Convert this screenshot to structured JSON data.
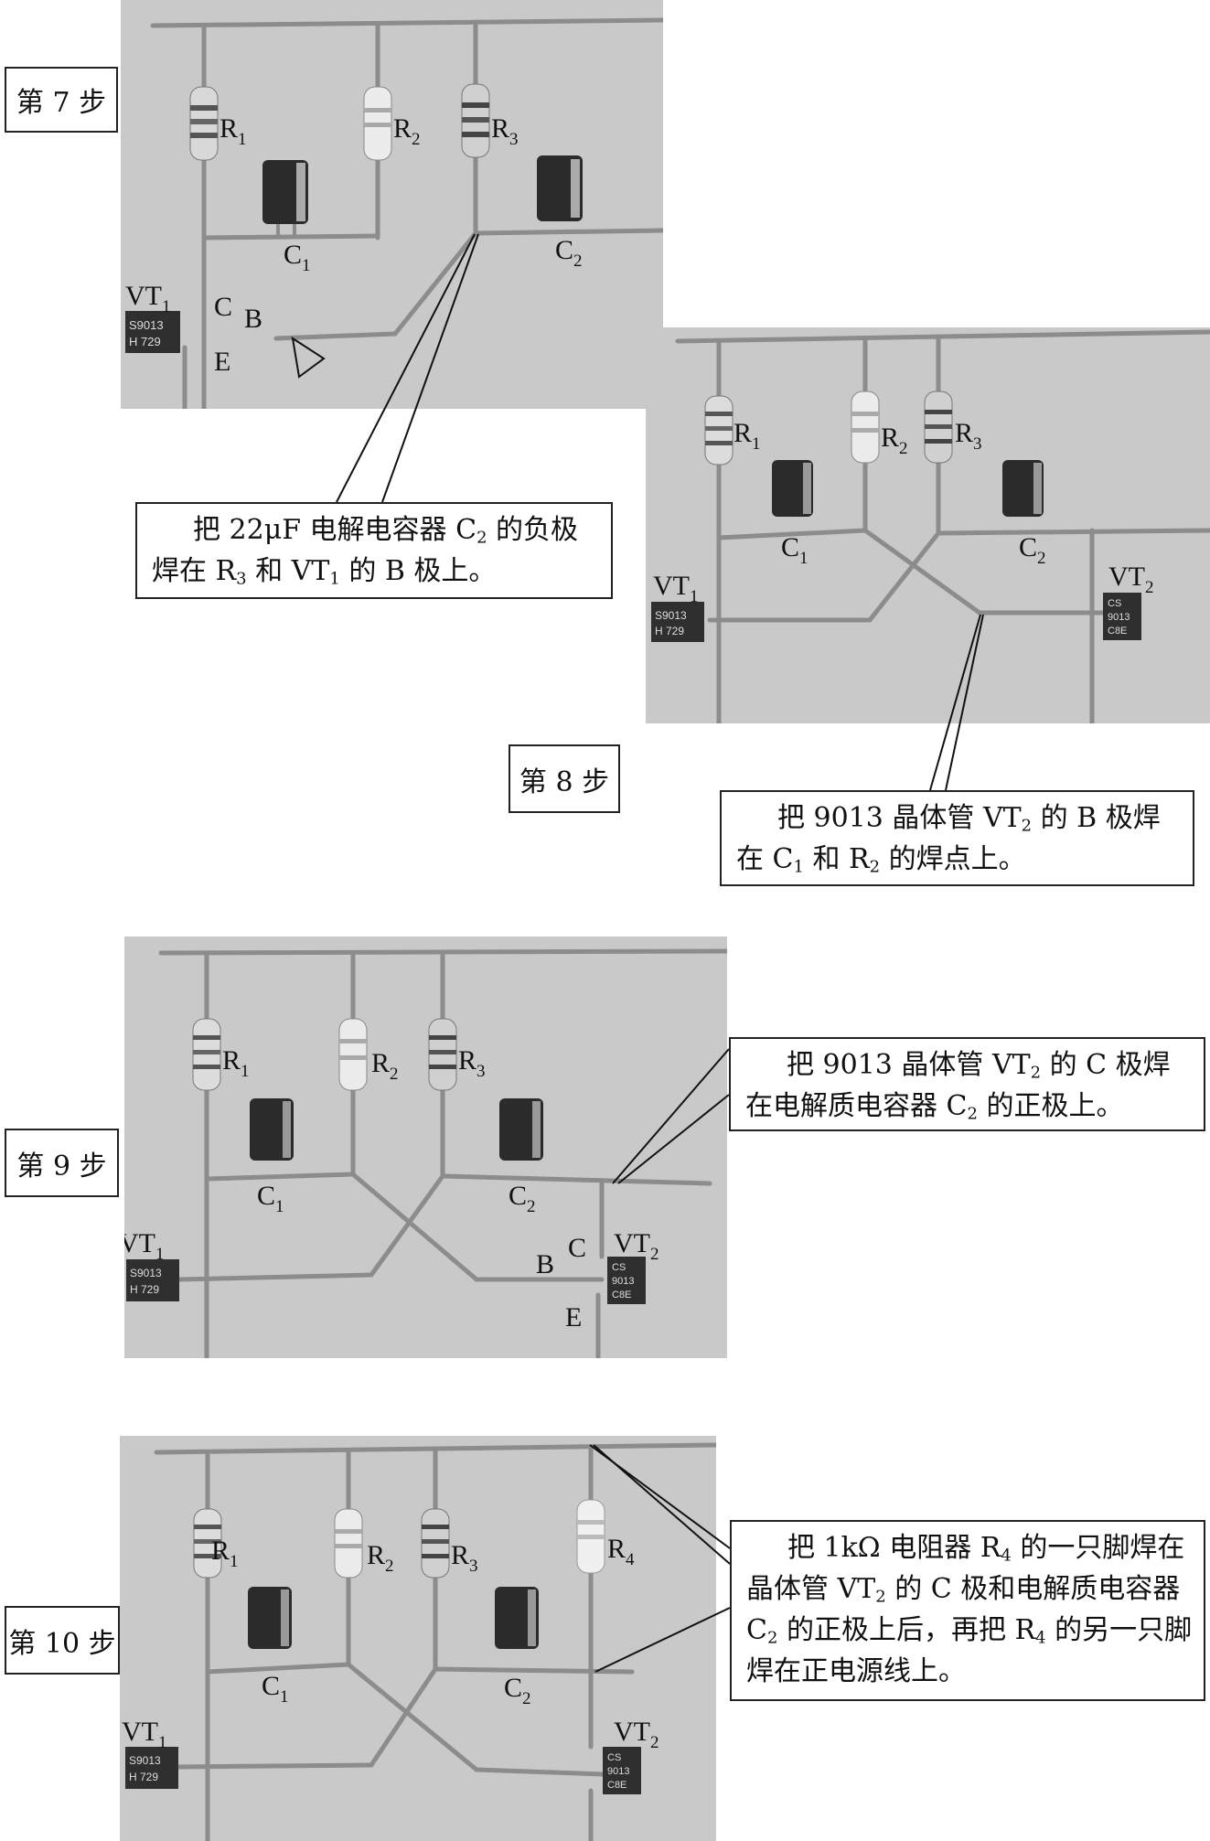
{
  "steps": [
    {
      "label": "第 7 步",
      "callout": [
        "把 22μF 电解电容器 C",
        "2",
        " 的负极焊在 R",
        "3",
        " 和 VT",
        "1",
        " 的 B 极上。"
      ],
      "components": {
        "R1": [
          "R",
          "1"
        ],
        "R2": [
          "R",
          "2"
        ],
        "R3": [
          "R",
          "3"
        ],
        "C1": [
          "C",
          "1"
        ],
        "C2": [
          "C",
          "2"
        ],
        "VT1": [
          "VT",
          "1"
        ],
        "pins": [
          "C",
          "B",
          "E"
        ]
      }
    },
    {
      "label": "第 8 步",
      "callout": [
        "把 9013 晶体管 VT",
        "2",
        " 的 B 极焊在 C",
        "1",
        " 和 R",
        "2",
        " 的焊点上。"
      ],
      "components": {
        "R1": [
          "R",
          "1"
        ],
        "R2": [
          "R",
          "2"
        ],
        "R3": [
          "R",
          "3"
        ],
        "C1": [
          "C",
          "1"
        ],
        "C2": [
          "C",
          "2"
        ],
        "VT1": [
          "VT",
          "1"
        ],
        "VT2": [
          "VT",
          "2"
        ]
      }
    },
    {
      "label": "第 9 步",
      "callout": [
        "把 9013 晶体管 VT",
        "2",
        " 的 C 极焊在电解质电容器 C",
        "2",
        " 的正极上。"
      ],
      "components": {
        "R1": [
          "R",
          "1"
        ],
        "R2": [
          "R",
          "2"
        ],
        "R3": [
          "R",
          "3"
        ],
        "C1": [
          "C",
          "1"
        ],
        "C2": [
          "C",
          "2"
        ],
        "VT1": [
          "VT",
          "1"
        ],
        "VT2": [
          "VT",
          "2"
        ],
        "pins": [
          "B",
          "C",
          "E"
        ]
      }
    },
    {
      "label": "第 10 步",
      "callout": [
        "把 1kΩ 电阻器 R",
        "4",
        " 的一只脚焊在晶体管 VT",
        "2",
        " 的 C 极和电解质电容器 C",
        "2",
        " 的正极上后，再把 R",
        "4",
        " 的另一只脚焊在正电源线上。"
      ],
      "components": {
        "R1": [
          "R",
          "1"
        ],
        "R2": [
          "R",
          "2"
        ],
        "R3": [
          "R",
          "3"
        ],
        "R4": [
          "R",
          "4"
        ],
        "C1": [
          "C",
          "1"
        ],
        "C2": [
          "C",
          "2"
        ],
        "VT1": [
          "VT",
          "1"
        ],
        "VT2": [
          "VT",
          "2"
        ]
      }
    }
  ],
  "part_marks": {
    "transistor_line1": "S9013",
    "transistor_line2": "H 729",
    "transistor2_line1": "CS",
    "transistor2_line2": "9013",
    "transistor2_line3": "C8E"
  },
  "colors": {
    "photo_bg": "#c9c9c9",
    "wire": "#8a8a8a",
    "border": "#222222"
  }
}
